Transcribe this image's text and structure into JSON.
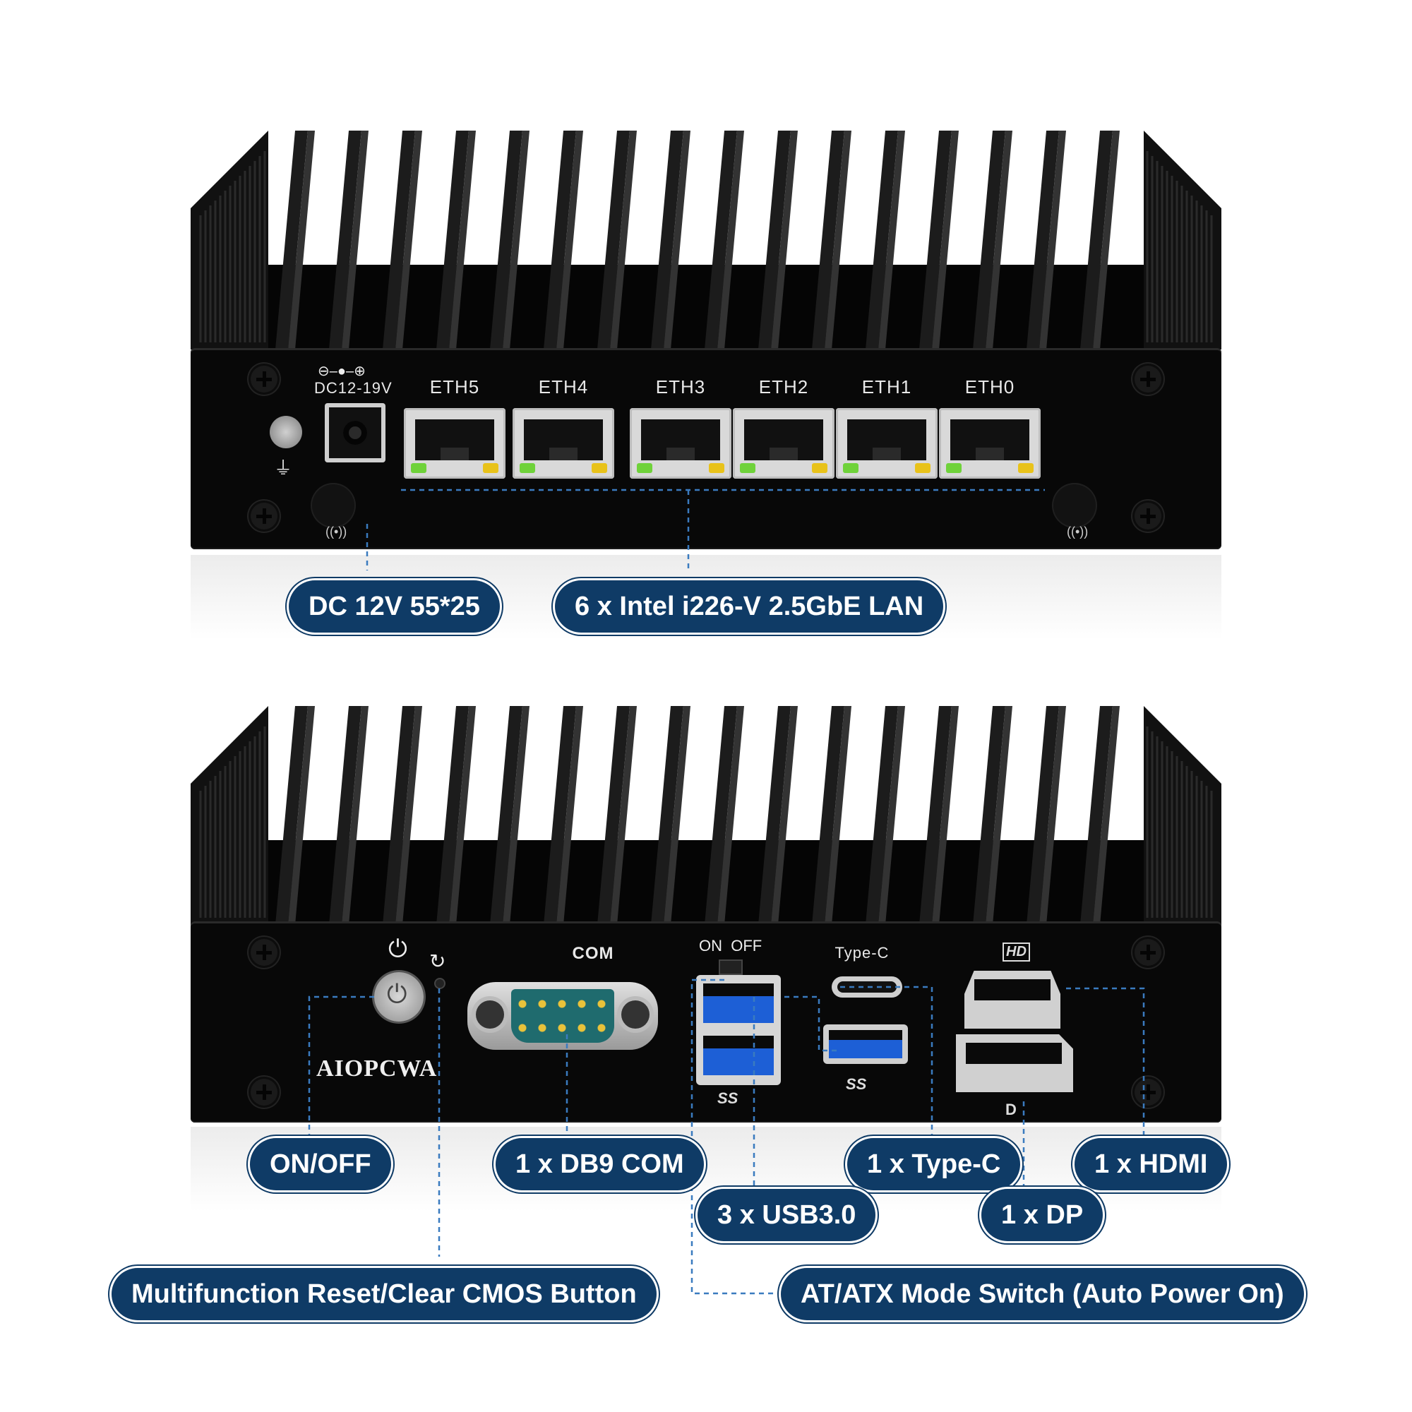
{
  "top_unit": {
    "dc_label": "DC12-19V",
    "eth_ports": [
      "ETH5",
      "ETH4",
      "ETH3",
      "ETH2",
      "ETH1",
      "ETH0"
    ],
    "callouts": {
      "dc": "DC 12V 55*25",
      "lan": "6 x Intel i226-V 2.5GbE LAN"
    }
  },
  "bottom_unit": {
    "brand": "AIOPCWA",
    "com_label": "COM",
    "switch_label": "ON  OFF",
    "typec_label": "Type-C",
    "hdmi_logo": "HD",
    "dp_logo": "D",
    "usb_logo": "SS",
    "callouts": {
      "onoff": "ON/OFF",
      "db9": "1 x DB9 COM",
      "typec": "1 x Type-C",
      "hdmi": "1 x HDMI",
      "usb": "3 x USB3.0",
      "dp": "1 x DP",
      "reset": "Multifunction Reset/Clear CMOS Button",
      "atx": "AT/ATX Mode Switch (Auto Power On)"
    }
  },
  "colors": {
    "callout_bg": "#0f3b66",
    "led_green": "#6fd23a",
    "led_yellow": "#e8c21a",
    "usb_blue": "#1d5fd6"
  }
}
